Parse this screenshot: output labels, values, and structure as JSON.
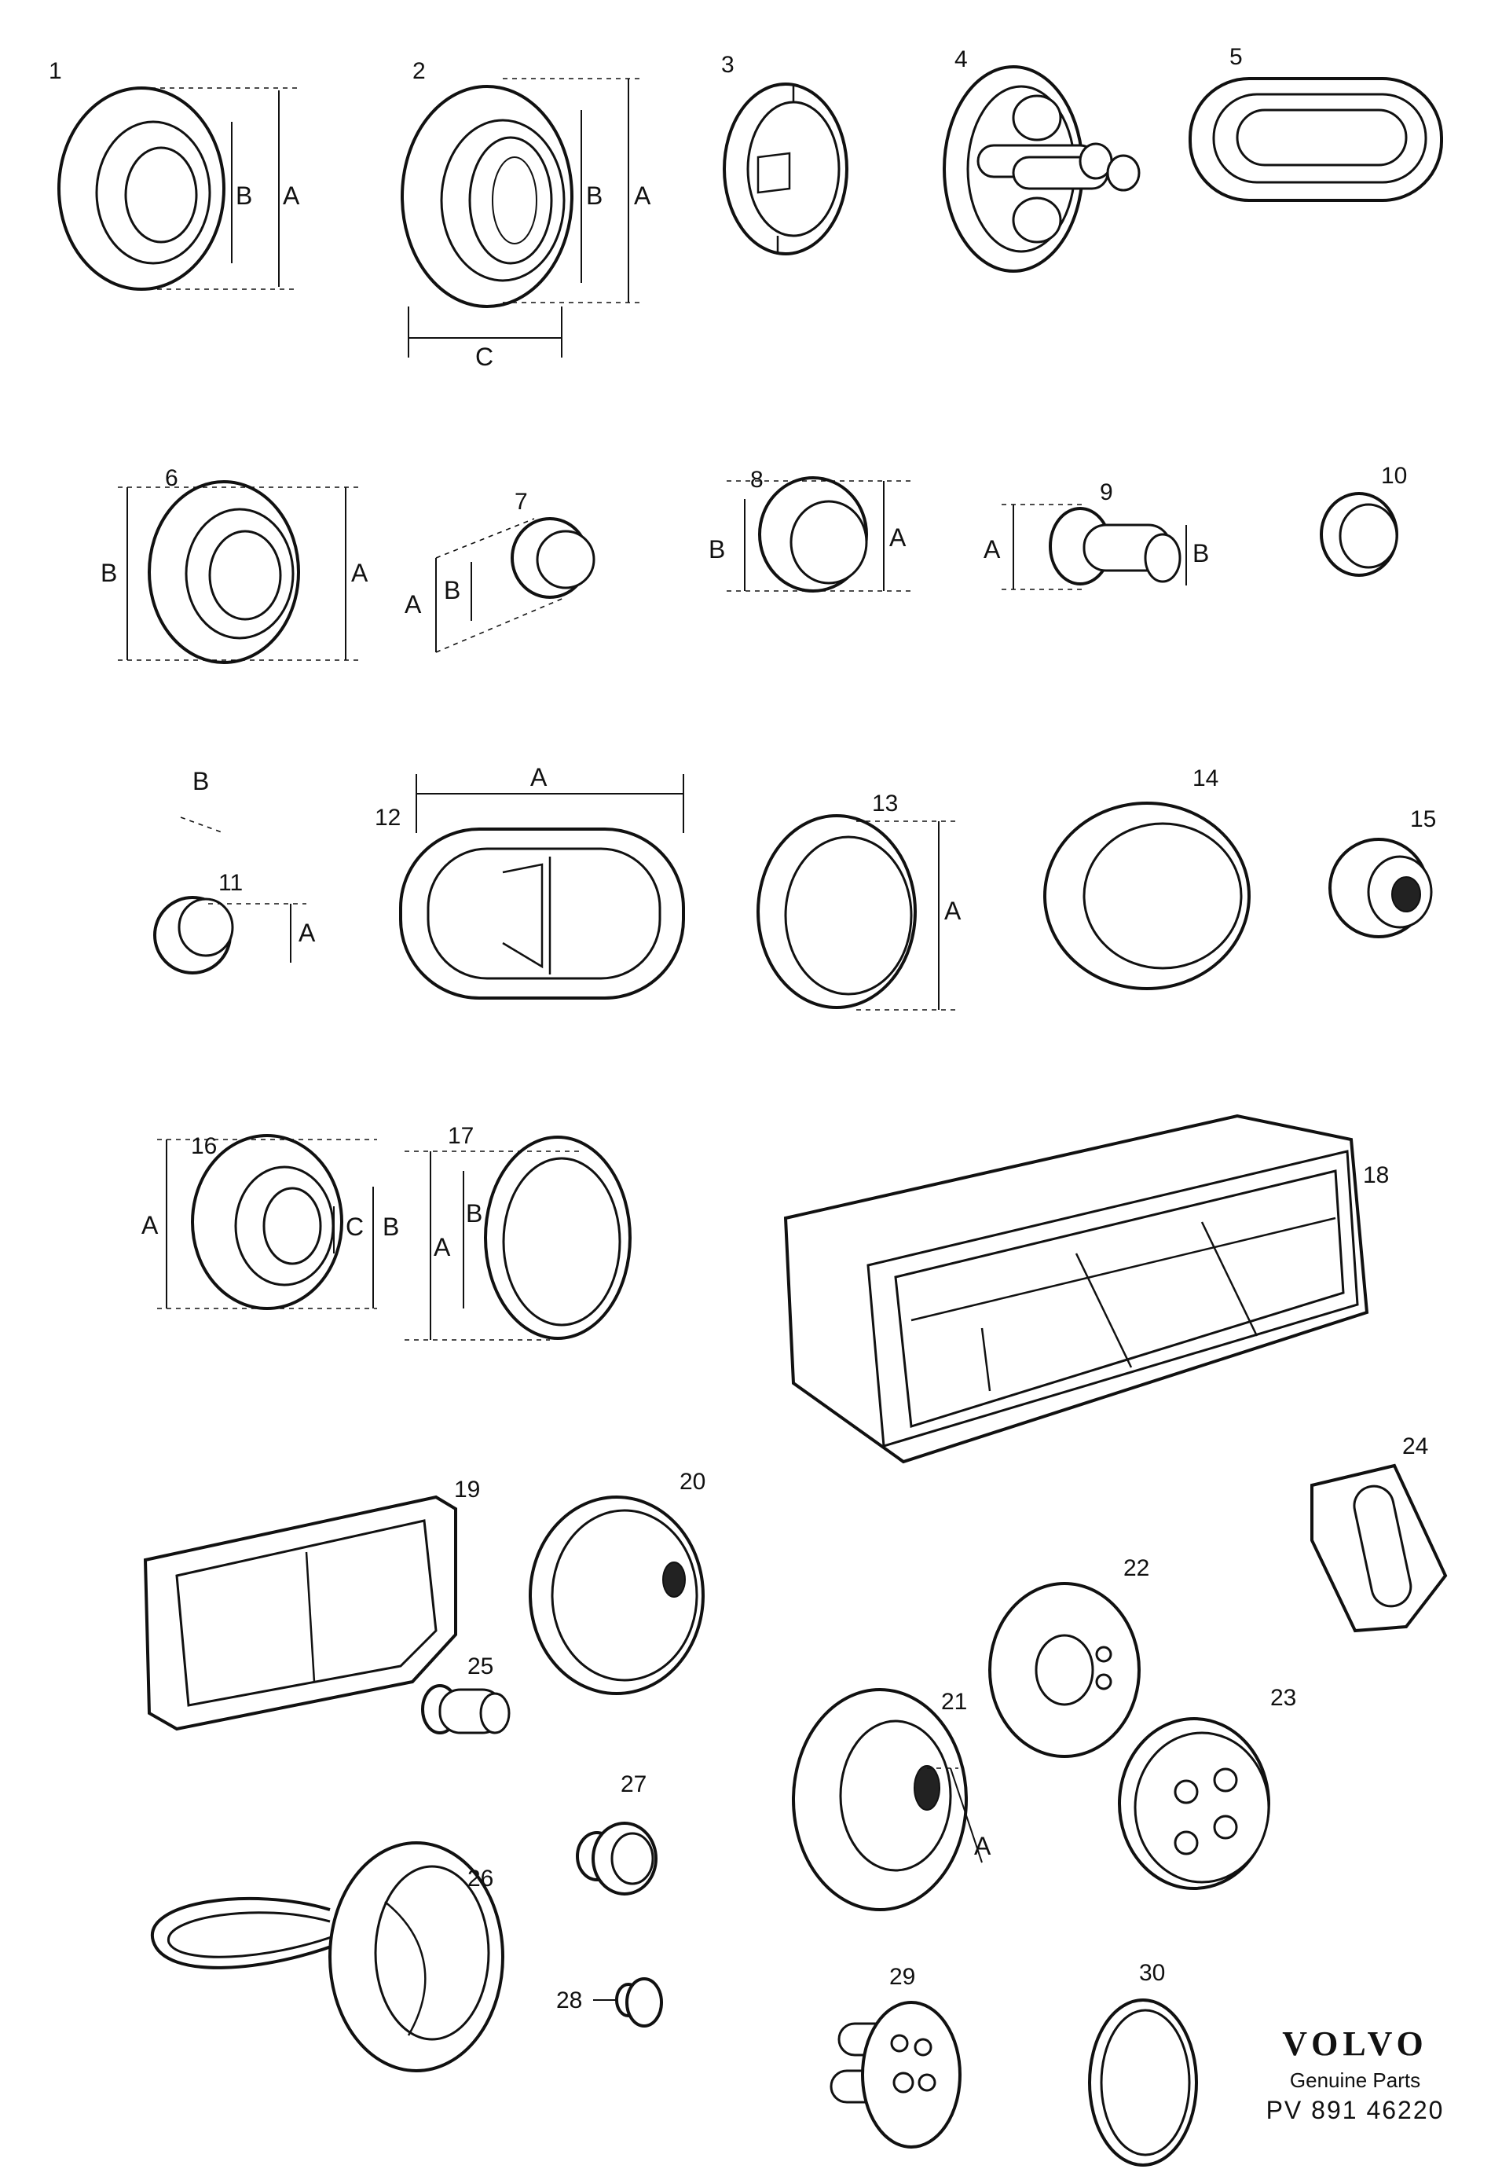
{
  "diagram": {
    "part_numbers": [
      "1",
      "2",
      "3",
      "4",
      "5",
      "6",
      "7",
      "8",
      "9",
      "10",
      "11",
      "12",
      "13",
      "14",
      "15",
      "16",
      "17",
      "18",
      "19",
      "20",
      "21",
      "22",
      "23",
      "24",
      "25",
      "26",
      "27",
      "28",
      "29",
      "30"
    ],
    "dimension_labels": {
      "a": "A",
      "b": "B",
      "c": "C"
    }
  },
  "brand": {
    "logo": "VOLVO",
    "tagline": "Genuine Parts",
    "code": "PV 891 46220"
  }
}
